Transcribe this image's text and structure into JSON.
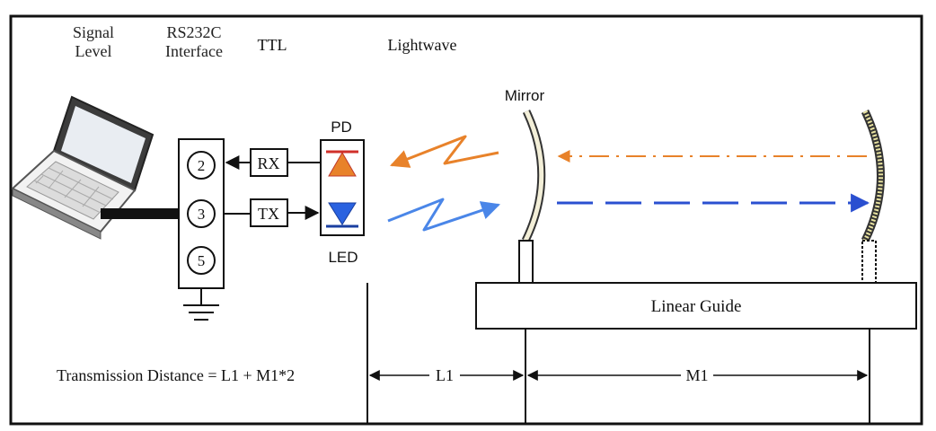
{
  "header": {
    "signal_level": "Signal\nLevel",
    "rs232c_interface": "RS232C\nInterface",
    "ttl": "TTL",
    "lightwave": "Lightwave"
  },
  "interface_pins": [
    "2",
    "3",
    "5"
  ],
  "blocks": {
    "rx": "RX",
    "tx": "TX",
    "pd": "PD",
    "led": "LED",
    "mirror": "Mirror",
    "linear_guide": "Linear Guide"
  },
  "dimensions": {
    "formula": "Transmission Distance = L1 + M1*2",
    "l1": "L1",
    "m1": "M1"
  },
  "colors": {
    "orange": "#e8822a",
    "blue": "#2a4fd0",
    "light_blue": "#4a86e8",
    "frame": "#111111"
  }
}
